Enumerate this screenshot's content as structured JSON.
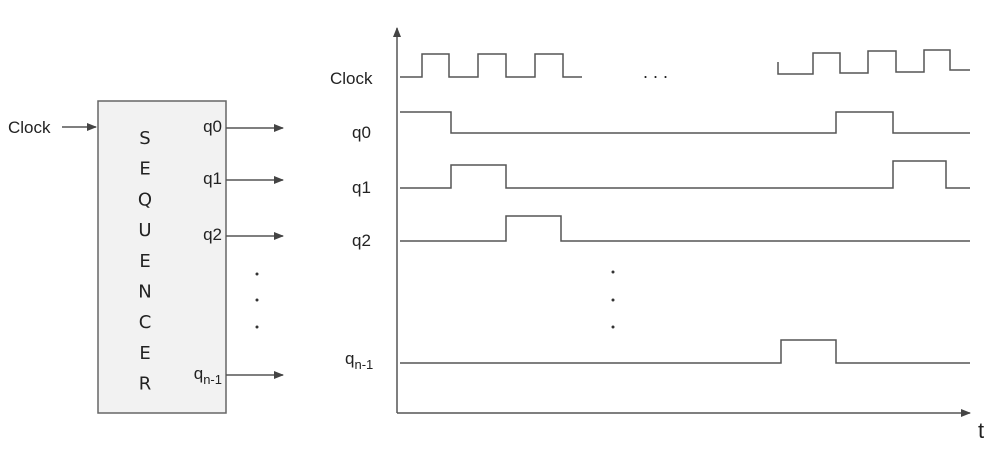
{
  "block": {
    "input_label": "Clock",
    "letters": [
      "S",
      "E",
      "Q",
      "U",
      "E",
      "N",
      "C",
      "E",
      "R"
    ],
    "outputs": [
      {
        "name": "q",
        "sub": "0"
      },
      {
        "name": "q",
        "sub": "1"
      },
      {
        "name": "q",
        "sub": "2"
      },
      {
        "name": "q",
        "sub": "n-1"
      }
    ],
    "ellipsis": "·"
  },
  "timing": {
    "axis_label": "t",
    "clock_label": "Clock",
    "clock_gap": ". . .",
    "signal_labels": [
      "q0",
      "q1",
      "q2"
    ],
    "last_label_main": "q",
    "last_label_sub": "n-1"
  },
  "colors": {
    "line": "#555555",
    "box_fill": "#f2f2f2",
    "text": "#222222"
  }
}
